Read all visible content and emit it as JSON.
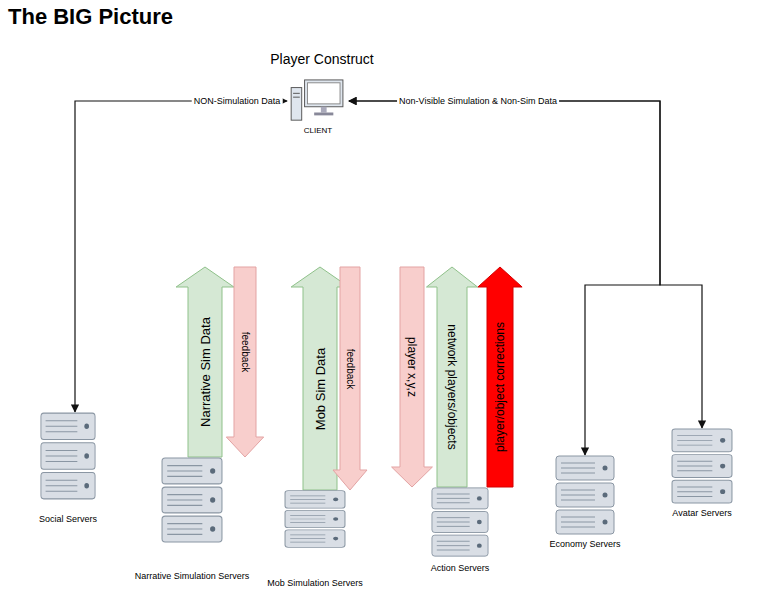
{
  "diagram": {
    "title": "The BIG Picture",
    "nodes": [
      {
        "text": [
          "Player Construct"
        ]
      },
      {
        "text": [
          "CLIENT"
        ],
        "in": 0
      },
      {
        "text": [
          "Social Servers"
        ]
      },
      {
        "text": [
          "Narrative Simulation Servers"
        ]
      },
      {
        "text": [
          "Mob Simulation Servers"
        ]
      },
      {
        "text": [
          "Action Servers"
        ]
      },
      {
        "text": [
          "Economy Servers"
        ]
      },
      {
        "text": [
          "Avatar Servers"
        ]
      }
    ],
    "edges": [
      {
        "from": 2,
        "to": 1,
        "arrow": "both",
        "label": "NON-Simulation Data"
      },
      {
        "from": 6,
        "to": 1,
        "arrow": "both",
        "label": "Non-Visible Simulation & Non-Sim Data"
      },
      {
        "from": 7,
        "to": 1,
        "arrow": "both"
      },
      {
        "from": 3,
        "to": 0,
        "arrow": "to",
        "label": "Narrative Sim Data"
      },
      {
        "from": 0,
        "to": 3,
        "arrow": "to",
        "label": "feedback"
      },
      {
        "from": 4,
        "to": 0,
        "arrow": "to",
        "label": "Mob Sim Data"
      },
      {
        "from": 0,
        "to": 4,
        "arrow": "to",
        "label": "feedback"
      },
      {
        "from": 0,
        "to": 5,
        "arrow": "to",
        "label": "player x,y,z"
      },
      {
        "from": 5,
        "to": 0,
        "arrow": "to",
        "label": "network players/objects"
      },
      {
        "from": 5,
        "to": 0,
        "arrow": "to",
        "label": "player/object corrections"
      }
    ]
  }
}
